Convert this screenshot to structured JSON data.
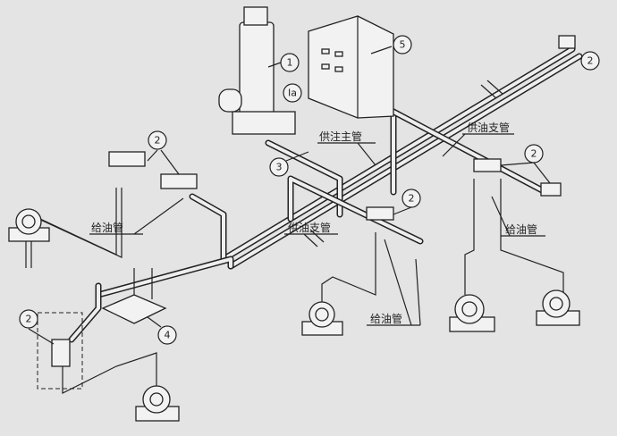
{
  "callouts": {
    "pump": "1",
    "control_box": "5",
    "motor": "Ia",
    "pipe_joint": "3",
    "distributor": "2",
    "reservoir": "4"
  },
  "labels": {
    "main_pipe": "供注主管",
    "branch_pipe": "供油支管",
    "feed_pipe": "给油管"
  },
  "colors": {
    "background": "#e4e4e4",
    "line": "#222222"
  }
}
